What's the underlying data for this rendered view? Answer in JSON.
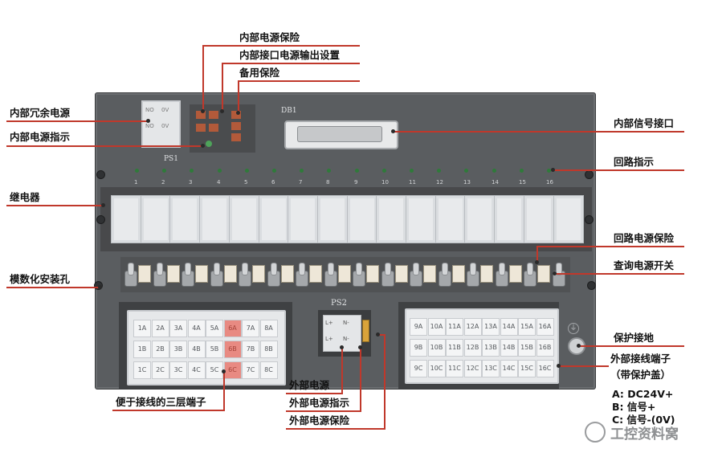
{
  "labels": {
    "internal_power_fuse": "内部电源保险",
    "internal_interface_power_setting": "内部接口电源输出设置",
    "spare_fuse": "备用保险",
    "internal_redundant_power": "内部冗余电源",
    "internal_power_indicator": "内部电源指示",
    "internal_signal_interface": "内部信号接口",
    "loop_indicator": "回路指示",
    "relay": "继电器",
    "loop_power_fuse": "回路电源保险",
    "query_power_switch": "查询电源开关",
    "modular_mounting_hole": "模数化安装孔",
    "protective_ground": "保护接地",
    "external_terminal": "外部接线端子",
    "external_terminal_note": "（带保护盖）",
    "legend_a": "A: DC24V+",
    "legend_b": "B: 信号+",
    "legend_c": "C: 信号-(0V)",
    "three_layer_terminal": "便于接线的三层端子",
    "external_power": "外部电源",
    "external_power_indicator": "外部电源指示",
    "external_power_fuse": "外部电源保险"
  },
  "board": {
    "ps1": "PS1",
    "ps2": "PS2",
    "db1": "DB1",
    "ps1_cells": [
      "NO",
      "0V",
      "NO",
      "0V"
    ],
    "ps2_cells": [
      "L+",
      "N-",
      "L+",
      "N-"
    ],
    "channels": [
      "1",
      "2",
      "3",
      "4",
      "5",
      "6",
      "7",
      "8",
      "9",
      "10",
      "11",
      "12",
      "13",
      "14",
      "15",
      "16"
    ]
  },
  "terminals_left": [
    [
      "1A",
      "2A",
      "3A",
      "4A",
      "5A",
      "6A",
      "7A",
      "8A"
    ],
    [
      "1B",
      "2B",
      "3B",
      "4B",
      "5B",
      "6B",
      "7B",
      "8B"
    ],
    [
      "1C",
      "2C",
      "3C",
      "4C",
      "5C",
      "6C",
      "7C",
      "8C"
    ]
  ],
  "terminals_right": [
    [
      "9A",
      "10A",
      "11A",
      "12A",
      "13A",
      "14A",
      "15A",
      "16A"
    ],
    [
      "9B",
      "10B",
      "11B",
      "12B",
      "13B",
      "14B",
      "15B",
      "16B"
    ],
    [
      "9C",
      "10C",
      "11C",
      "12C",
      "13C",
      "14C",
      "15C",
      "16C"
    ]
  ],
  "watermark": "工控资料窝",
  "colors": {
    "accent_line": "#c0382b",
    "panel": "#5a5d60",
    "highlight_cell": "#e88a82"
  }
}
